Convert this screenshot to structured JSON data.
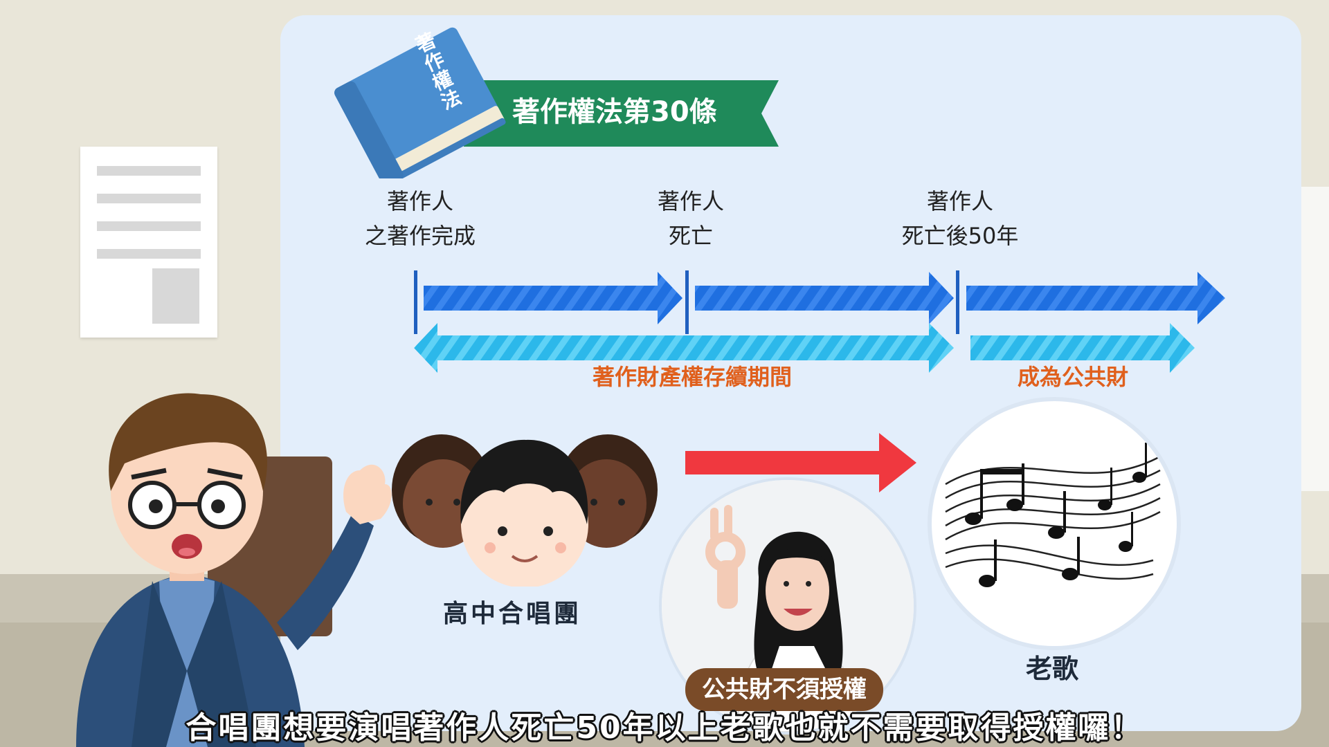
{
  "book": {
    "spine_title": "著作權法"
  },
  "banner": {
    "title": "著作權法第30條"
  },
  "timeline": {
    "markers": [
      {
        "line1": "著作人",
        "line2": "之著作完成"
      },
      {
        "line1": "著作人",
        "line2": "死亡"
      },
      {
        "line1": "著作人",
        "line2": "死亡後50年"
      }
    ],
    "period_protected": "著作財產權存續期間",
    "period_public": "成為公共財"
  },
  "choir": {
    "label": "高中合唱團"
  },
  "song": {
    "label": "老歌"
  },
  "badge": {
    "text": "公共財不須授權"
  },
  "subtitle": {
    "text": "合唱團想要演唱著作人死亡50年以上老歌也就不需要取得授權囉！"
  },
  "colors": {
    "panel": "#e3eefb",
    "arrow_dark": "#1f6fe0",
    "arrow_light": "#33c2f0",
    "banner": "#1f8a5a",
    "period_text": "#e0601d",
    "red_arrow": "#f0383f"
  }
}
